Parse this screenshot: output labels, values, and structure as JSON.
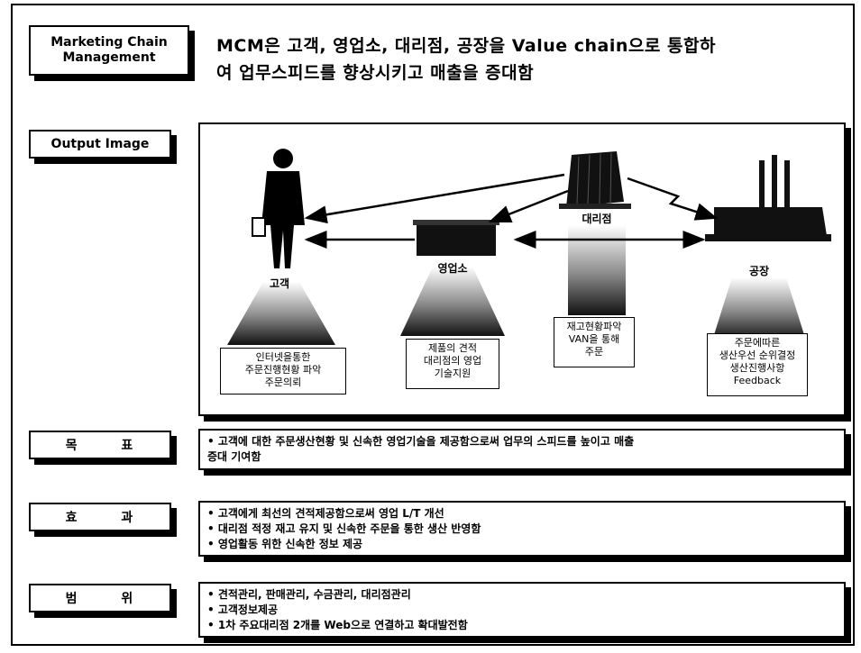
{
  "header": {
    "title": "Marketing Chain\nManagement",
    "headline_line1": "MCM은 고객, 영업소, 대리점, 공장을 Value chain으로 통합하",
    "headline_line2": "여 업무스피드를 향상시키고 매출을 증대함"
  },
  "output": {
    "label": "Output Image",
    "nodes": {
      "customer": {
        "name": "고객",
        "desc": "인터넷을통한\n주문진행현황 파악\n주문의뢰"
      },
      "sales_office": {
        "name": "영업소",
        "desc": "제품의 견적\n대리점의 영업\n기술지원"
      },
      "agency": {
        "name": "대리점",
        "desc": "재고현황파악\nVAN을 통해\n주문"
      },
      "factory": {
        "name": "공장",
        "desc": "주문에따른\n생산우선 순위결정\n생산진행사항\nFeedback"
      }
    }
  },
  "sections": {
    "goal": {
      "label": "목 표",
      "lines": [
        "• 고객에 대한 주문생산현황 및 신속한 영업기술을 제공함으로써 업무의 스피드를 높이고 매출",
        "증대 기여함"
      ]
    },
    "effect": {
      "label": "효 과",
      "lines": [
        "• 고객에게 최선의 견적제공함으로써 영업 L/T 개선",
        "• 대리점 적정 재고 유지 및 신속한 주문을 통한 생산 반영함",
        "• 영업활동 위한 신속한 정보 제공"
      ]
    },
    "scope": {
      "label": "범 위",
      "lines": [
        "• 견적관리, 판매관리, 수금관리, 대리점관리",
        "• 고객정보제공",
        "• 1차 주요대리점 2개를 Web으로 연결하고 확대발전함"
      ]
    }
  },
  "colors": {
    "ink": "#000000",
    "paper": "#ffffff"
  }
}
